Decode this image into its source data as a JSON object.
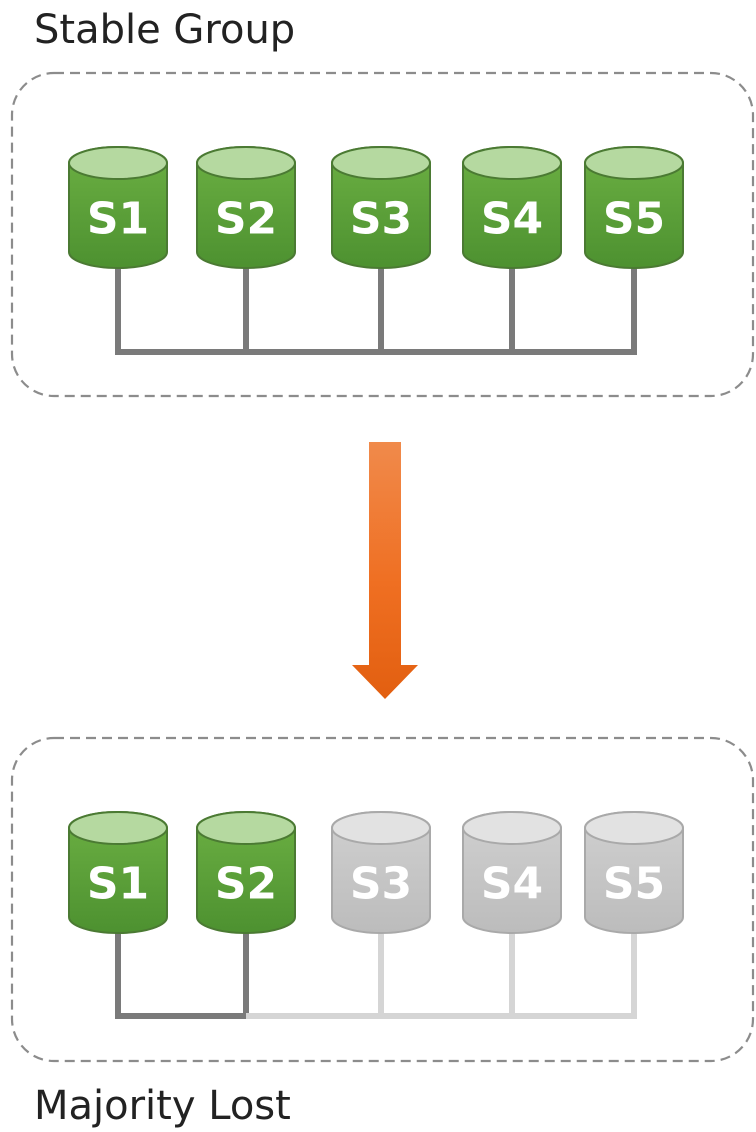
{
  "top_group": {
    "title": "Stable Group",
    "servers": [
      {
        "label": "S1",
        "status": "active"
      },
      {
        "label": "S2",
        "status": "active"
      },
      {
        "label": "S3",
        "status": "active"
      },
      {
        "label": "S4",
        "status": "active"
      },
      {
        "label": "S5",
        "status": "active"
      }
    ]
  },
  "bottom_group": {
    "title": "Majority Lost",
    "servers": [
      {
        "label": "S1",
        "status": "active"
      },
      {
        "label": "S2",
        "status": "active"
      },
      {
        "label": "S3",
        "status": "lost"
      },
      {
        "label": "S4",
        "status": "lost"
      },
      {
        "label": "S5",
        "status": "lost"
      }
    ]
  },
  "arrow": {
    "direction": "down"
  },
  "colors": {
    "active_body": "#5fa23a",
    "active_top": "#b5d9a0",
    "lost_body": "#c9c9c9",
    "lost_top": "#e2e2e2",
    "connection_active": "#7a7a7a",
    "connection_lost": "#d5d5d5",
    "group_border": "#8c8c8c",
    "arrow": "#ec6c1f"
  }
}
